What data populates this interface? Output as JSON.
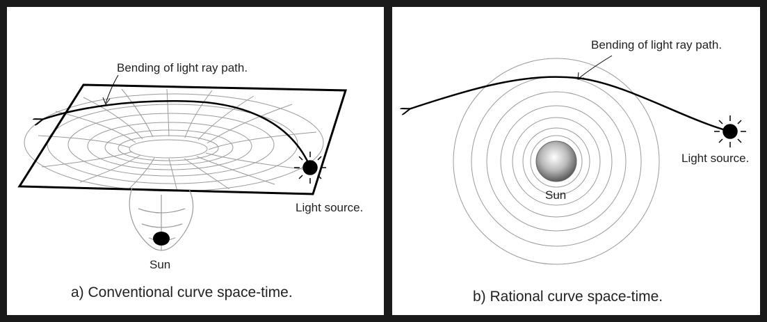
{
  "left_panel": {
    "annotation": "Bending of light ray path.",
    "light_label": "Light source.",
    "sun_label": "Sun",
    "caption": "a) Conventional curve space-time."
  },
  "right_panel": {
    "annotation": "Bending of light ray path.",
    "light_label": "Light source.",
    "sun_label": "Sun",
    "caption": "b) Rational curve space-time."
  },
  "colors": {
    "frame": "#1a1a1a",
    "grid": "#9a9a9a",
    "ink": "#000000",
    "background": "#ffffff"
  }
}
